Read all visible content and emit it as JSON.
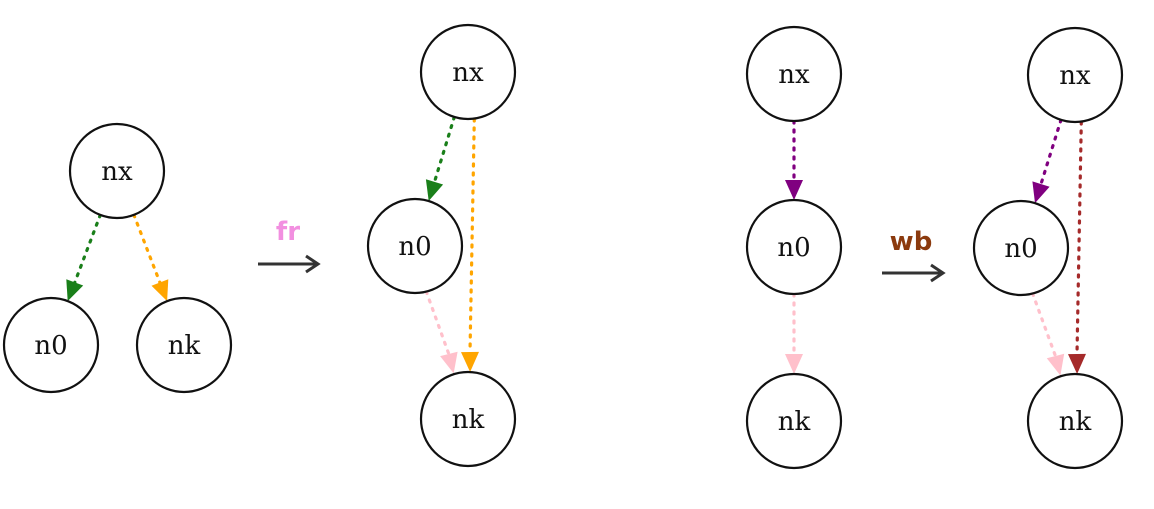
{
  "diagram": {
    "operators": [
      {
        "id": "fr",
        "label": "fr",
        "color": "#f28fe0"
      },
      {
        "id": "wb",
        "label": "wb",
        "color": "#8b3a0e"
      }
    ],
    "graphs": [
      {
        "id": "g1",
        "nodes": [
          {
            "id": "nx",
            "label": "nx"
          },
          {
            "id": "n0",
            "label": "n0"
          },
          {
            "id": "nk",
            "label": "nk"
          }
        ],
        "edges": [
          {
            "from": "nx",
            "to": "n0",
            "color": "#1a7f1a"
          },
          {
            "from": "nx",
            "to": "nk",
            "color": "#ffa500"
          }
        ]
      },
      {
        "id": "g2",
        "nodes": [
          {
            "id": "nx",
            "label": "nx"
          },
          {
            "id": "n0",
            "label": "n0"
          },
          {
            "id": "nk",
            "label": "nk"
          }
        ],
        "edges": [
          {
            "from": "nx",
            "to": "n0",
            "color": "#1a7f1a"
          },
          {
            "from": "nx",
            "to": "nk",
            "color": "#ffa500"
          },
          {
            "from": "n0",
            "to": "nk",
            "color": "#ffc0cb"
          }
        ]
      },
      {
        "id": "g3",
        "nodes": [
          {
            "id": "nx",
            "label": "nx"
          },
          {
            "id": "n0",
            "label": "n0"
          },
          {
            "id": "nk",
            "label": "nk"
          }
        ],
        "edges": [
          {
            "from": "nx",
            "to": "n0",
            "color": "#800080"
          },
          {
            "from": "n0",
            "to": "nk",
            "color": "#ffc0cb"
          }
        ]
      },
      {
        "id": "g4",
        "nodes": [
          {
            "id": "nx",
            "label": "nx"
          },
          {
            "id": "n0",
            "label": "n0"
          },
          {
            "id": "nk",
            "label": "nk"
          }
        ],
        "edges": [
          {
            "from": "nx",
            "to": "n0",
            "color": "#800080"
          },
          {
            "from": "nx",
            "to": "nk",
            "color": "#a52a2a"
          },
          {
            "from": "n0",
            "to": "nk",
            "color": "#ffc0cb"
          }
        ]
      }
    ]
  }
}
